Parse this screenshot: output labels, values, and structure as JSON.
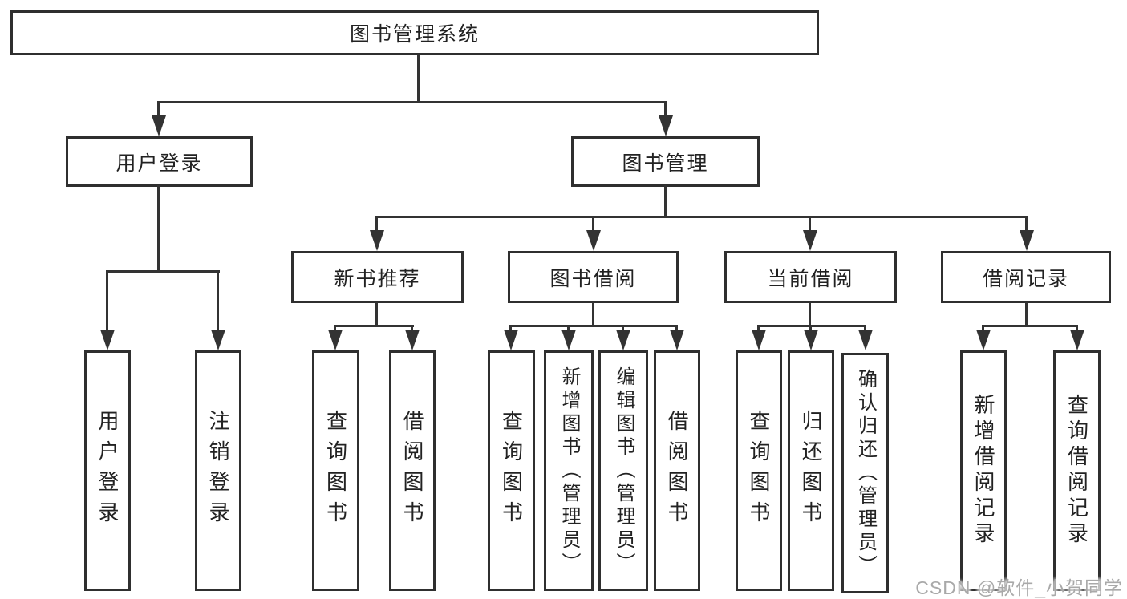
{
  "watermark": {
    "text": "CSDN @软件_小贺同学",
    "color": "#a9a9a9"
  },
  "colors": {
    "background": "#ffffff",
    "line": "#333333",
    "box_border": "#2f2f2f",
    "text": "#222222"
  },
  "tree": {
    "root": {
      "label": "图书管理系统"
    },
    "branches": [
      {
        "label": "用户登录",
        "leaves": [
          {
            "label": "用户登录"
          },
          {
            "label": "注销登录"
          }
        ]
      },
      {
        "label": "图书管理",
        "groups": [
          {
            "label": "新书推荐",
            "leaves": [
              {
                "label": "查询图书"
              },
              {
                "label": "借阅图书"
              }
            ]
          },
          {
            "label": "图书借阅",
            "leaves": [
              {
                "label": "查询图书"
              },
              {
                "label": "新增图书（管理员）"
              },
              {
                "label": "编辑图书（管理员）"
              },
              {
                "label": "借阅图书"
              }
            ]
          },
          {
            "label": "当前借阅",
            "leaves": [
              {
                "label": "查询图书"
              },
              {
                "label": "归还图书"
              },
              {
                "label": "确认归还（管理员）"
              }
            ]
          },
          {
            "label": "借阅记录",
            "leaves": [
              {
                "label": "新增借阅记录"
              },
              {
                "label": "查询借阅记录"
              }
            ]
          }
        ]
      }
    ]
  }
}
